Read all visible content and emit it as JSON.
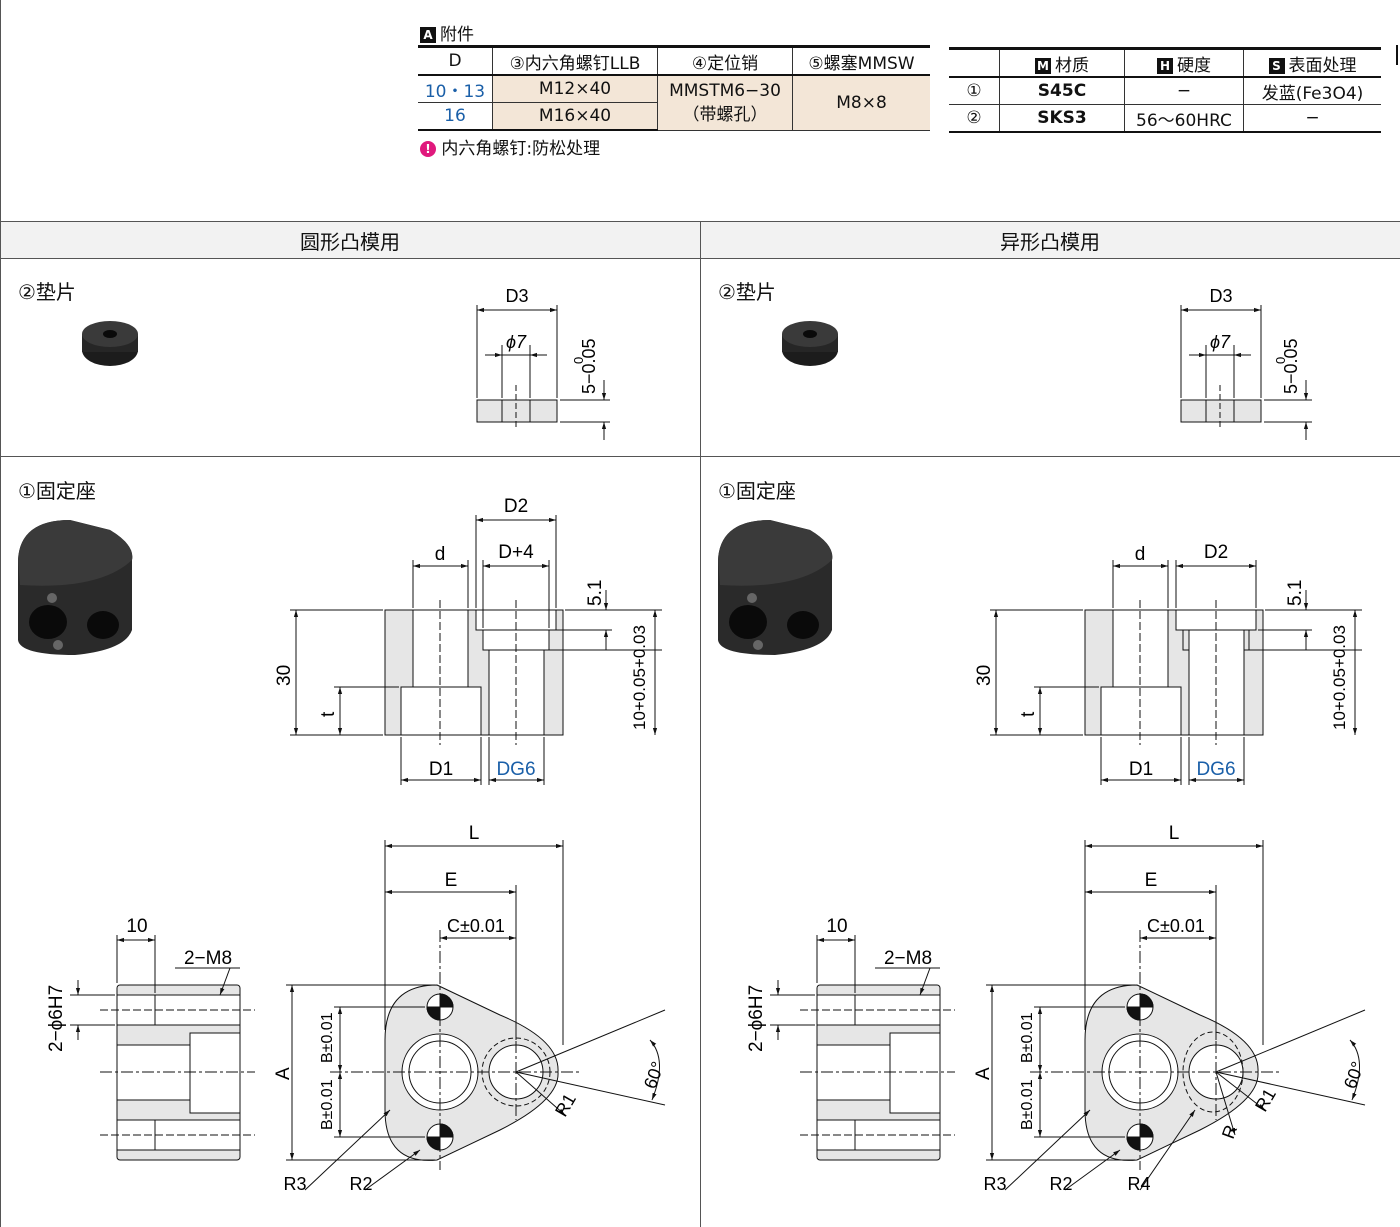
{
  "accessories": {
    "tag": "A",
    "title": "附件",
    "headers": [
      "D",
      "③内六角螺钉LLB",
      "④定位销",
      "⑤螺塞MMSW"
    ],
    "rows": [
      {
        "d": "10・13",
        "screw": "M12×40"
      },
      {
        "d": "16",
        "screw": "M16×40"
      }
    ],
    "pin": [
      "MMSTM6−30",
      "（带螺孔）"
    ],
    "plug": "M8×8",
    "note": "内六角螺钉:防松处理"
  },
  "materials": {
    "headers": [
      {
        "tag": "M",
        "label": "材质"
      },
      {
        "tag": "H",
        "label": "硬度"
      },
      {
        "tag": "S",
        "label": "表面处理"
      }
    ],
    "rows": [
      {
        "no": "①",
        "material": "S45C",
        "hardness": "−",
        "surface": "发蓝(Fe3O4)"
      },
      {
        "no": "②",
        "material": "SKS3",
        "hardness": "56～60HRC",
        "surface": "−"
      }
    ]
  },
  "sections": {
    "left_title": "圆形凸模用",
    "right_title": "异形凸模用",
    "washer_label": "②垫片",
    "base_label": "①固定座"
  },
  "washer_dims": {
    "d3": "D3",
    "hole": "ϕ7",
    "thickness": "5−0.05",
    "tol_upper": "0"
  },
  "base_section": {
    "d": "d",
    "left_top": "D+4",
    "right_top": "D2",
    "d2": "D2",
    "h30": "30",
    "t": "t",
    "h51": "5.1",
    "h10": "10+0.05+0.03",
    "d1": "D1",
    "dg6": "DG6"
  },
  "plan_view": {
    "L": "L",
    "E": "E",
    "C": "C±0.01",
    "ten": "10",
    "m8": "2−M8",
    "phi6": "2−ϕ6H7",
    "A": "A",
    "B1": "B±0.01",
    "B2": "B±0.01",
    "angle": "60°",
    "R1": "R1",
    "R2": "R2",
    "R3": "R3",
    "R4": "R4",
    "R": "R"
  }
}
